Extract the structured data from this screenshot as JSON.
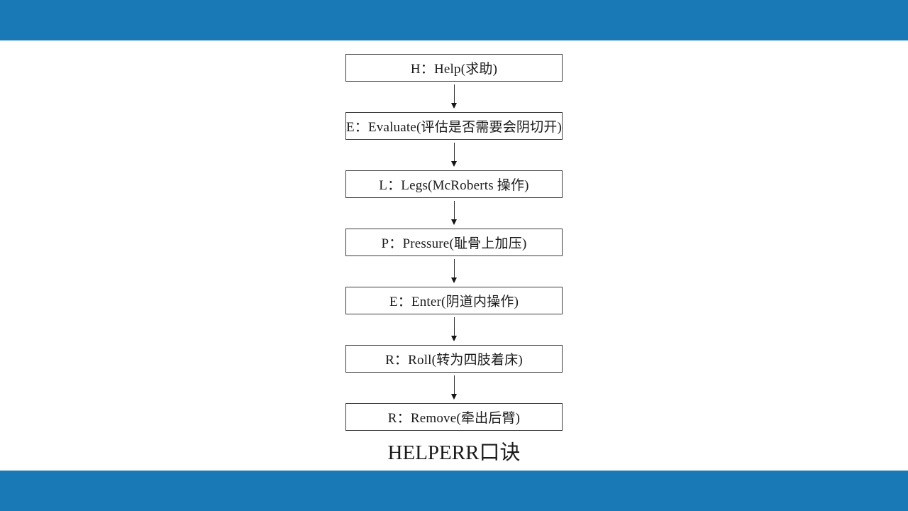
{
  "slide": {
    "accent_color": "#1879B6",
    "background_color": "#ffffff"
  },
  "flowchart": {
    "steps": [
      "H：Help(求助)",
      "E：Evaluate(评估是否需要会阴切开)",
      "L：Legs(McRoberts 操作)",
      "P：Pressure(耻骨上加压)",
      "E：Enter(阴道内操作)",
      "R：Roll(转为四肢着床)",
      "R：Remove(牵出后臂)"
    ],
    "caption": "HELPERR口诀"
  }
}
